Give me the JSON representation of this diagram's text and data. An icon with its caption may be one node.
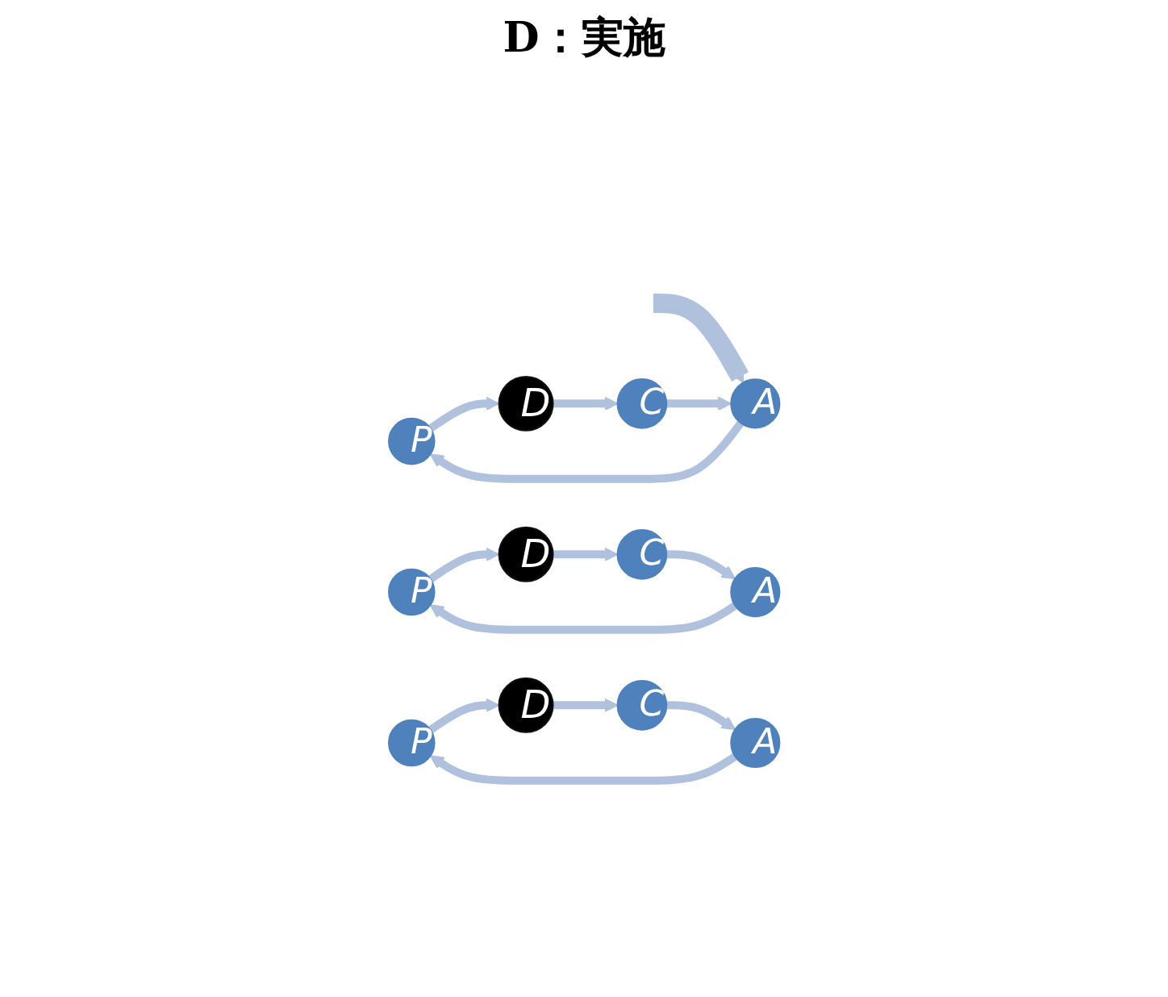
{
  "diagram": {
    "nodes": [
      {
        "text": [
          "P"
        ]
      },
      {
        "text": [
          "D"
        ]
      },
      {
        "text": [
          "C"
        ]
      },
      {
        "text": [
          "A"
        ]
      },
      {
        "text": [
          "P"
        ]
      },
      {
        "text": [
          "D"
        ]
      },
      {
        "text": [
          "C"
        ]
      },
      {
        "text": [
          "A"
        ]
      },
      {
        "text": [
          "P"
        ]
      },
      {
        "text": [
          "D"
        ]
      },
      {
        "text": [
          "C"
        ]
      },
      {
        "text": [
          "A"
        ]
      }
    ],
    "edges": [
      {
        "from": null,
        "to": 3,
        "arrow": "to",
        "style": "thick"
      },
      {
        "from": 3,
        "to": 0,
        "arrow": "to"
      },
      {
        "from": 0,
        "to": 1,
        "arrow": "to"
      },
      {
        "from": 1,
        "to": 2,
        "arrow": "to"
      },
      {
        "from": 2,
        "to": 3,
        "arrow": "to"
      },
      {
        "from": 7,
        "to": 4,
        "arrow": "to"
      },
      {
        "from": 4,
        "to": 5,
        "arrow": "to"
      },
      {
        "from": 5,
        "to": 6,
        "arrow": "to"
      },
      {
        "from": 6,
        "to": 7,
        "arrow": "to"
      },
      {
        "from": 11,
        "to": 8,
        "arrow": "to"
      },
      {
        "from": 8,
        "to": 9,
        "arrow": "to"
      },
      {
        "from": 9,
        "to": 10,
        "arrow": "to"
      },
      {
        "from": 10,
        "to": 11,
        "arrow": "to"
      }
    ],
    "labels": [
      "D：実施"
    ]
  }
}
